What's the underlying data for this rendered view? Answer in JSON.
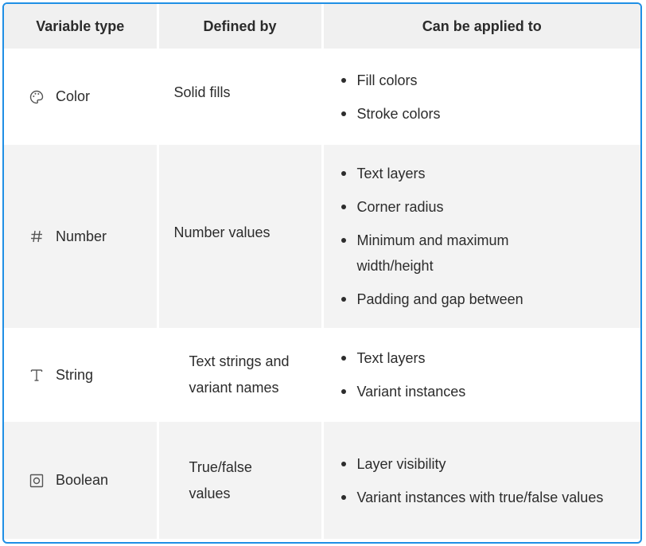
{
  "table": {
    "headers": [
      "Variable type",
      "Defined by",
      "Can be applied to"
    ],
    "rows": [
      {
        "type": "Color",
        "icon": "palette-icon",
        "defined_by": "Solid fills",
        "applied_to": [
          "Fill colors",
          "Stroke colors"
        ]
      },
      {
        "type": "Number",
        "icon": "hash-icon",
        "defined_by": "Number values",
        "applied_to": [
          "Text layers",
          "Corner radius",
          "Minimum and maximum width/height",
          "Padding and gap between"
        ]
      },
      {
        "type": "String",
        "icon": "text-t-icon",
        "defined_by": "Text strings and variant names",
        "applied_to": [
          "Text layers",
          "Variant instances"
        ]
      },
      {
        "type": "Boolean",
        "icon": "toggle-square-icon",
        "defined_by": "True/false values",
        "applied_to": [
          "Layer visibility",
          "Variant instances with true/false values"
        ]
      }
    ]
  },
  "colors": {
    "frame_border": "#1f8fe5",
    "header_bg": "#f0f0f0",
    "alt_row_bg": "#f3f3f3"
  }
}
